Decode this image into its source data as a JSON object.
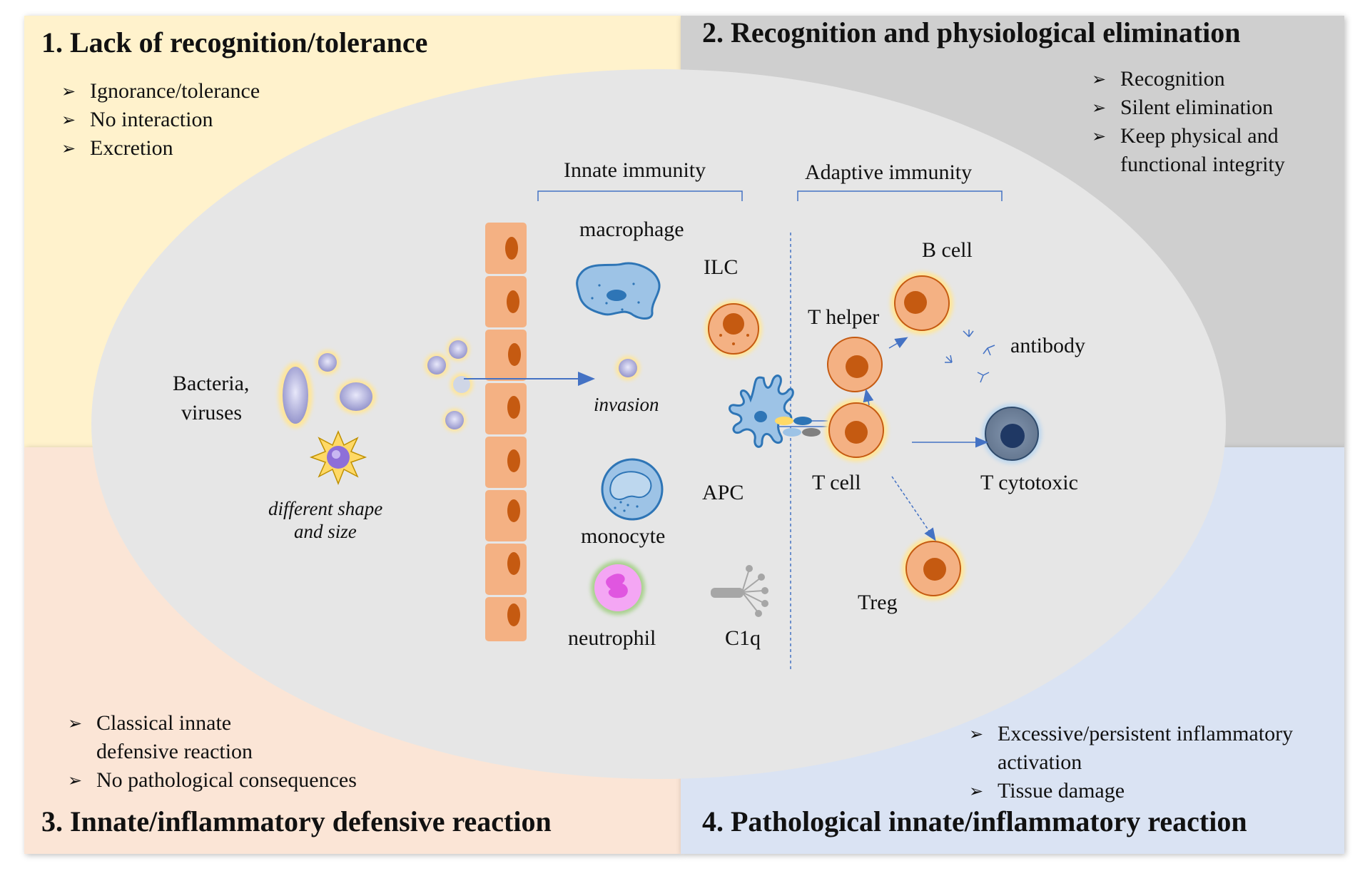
{
  "colors": {
    "q1_bg": "#fff2cc",
    "q2_bg": "#cfcfcf",
    "q3_bg": "#fbe5d6",
    "q4_bg": "#dae3f3",
    "ellipse": "#e6e6e6",
    "cell_orange": "#f4b183",
    "nucleus": "#c55a11",
    "arrow_blue": "#4472c4"
  },
  "quadrants": {
    "q1": {
      "title": "1. Lack of recognition/tolerance",
      "items": [
        "Ignorance/tolerance",
        "No interaction",
        "Excretion"
      ]
    },
    "q2": {
      "title": "2. Recognition and physiological elimination",
      "items": [
        "Recognition",
        "Silent elimination",
        "Keep physical and functional integrity"
      ]
    },
    "q3": {
      "title": "3. Innate/inflammatory defensive reaction",
      "items": [
        "Classical innate defensive reaction",
        "No pathological consequences"
      ]
    },
    "q4": {
      "title": "4. Pathological innate/inflammatory reaction",
      "items": [
        "Excessive/persistent inflammatory activation",
        "Tissue damage"
      ]
    }
  },
  "diagram": {
    "innate_header": "Innate immunity",
    "adaptive_header": "Adaptive immunity",
    "bacteria_line1": "Bacteria,",
    "bacteria_line2": "viruses",
    "shape_line1": "different shape",
    "shape_line2": "and size",
    "invasion": "invasion",
    "macrophage": "macrophage",
    "ilc": "ILC",
    "apc": "APC",
    "monocyte": "monocyte",
    "neutrophil": "neutrophil",
    "c1q": "C1q",
    "b_cell": "B cell",
    "t_helper": "T helper",
    "antibody": "antibody",
    "t_cell": "T cell",
    "t_cytotoxic": "T cytotoxic",
    "treg": "Treg"
  }
}
